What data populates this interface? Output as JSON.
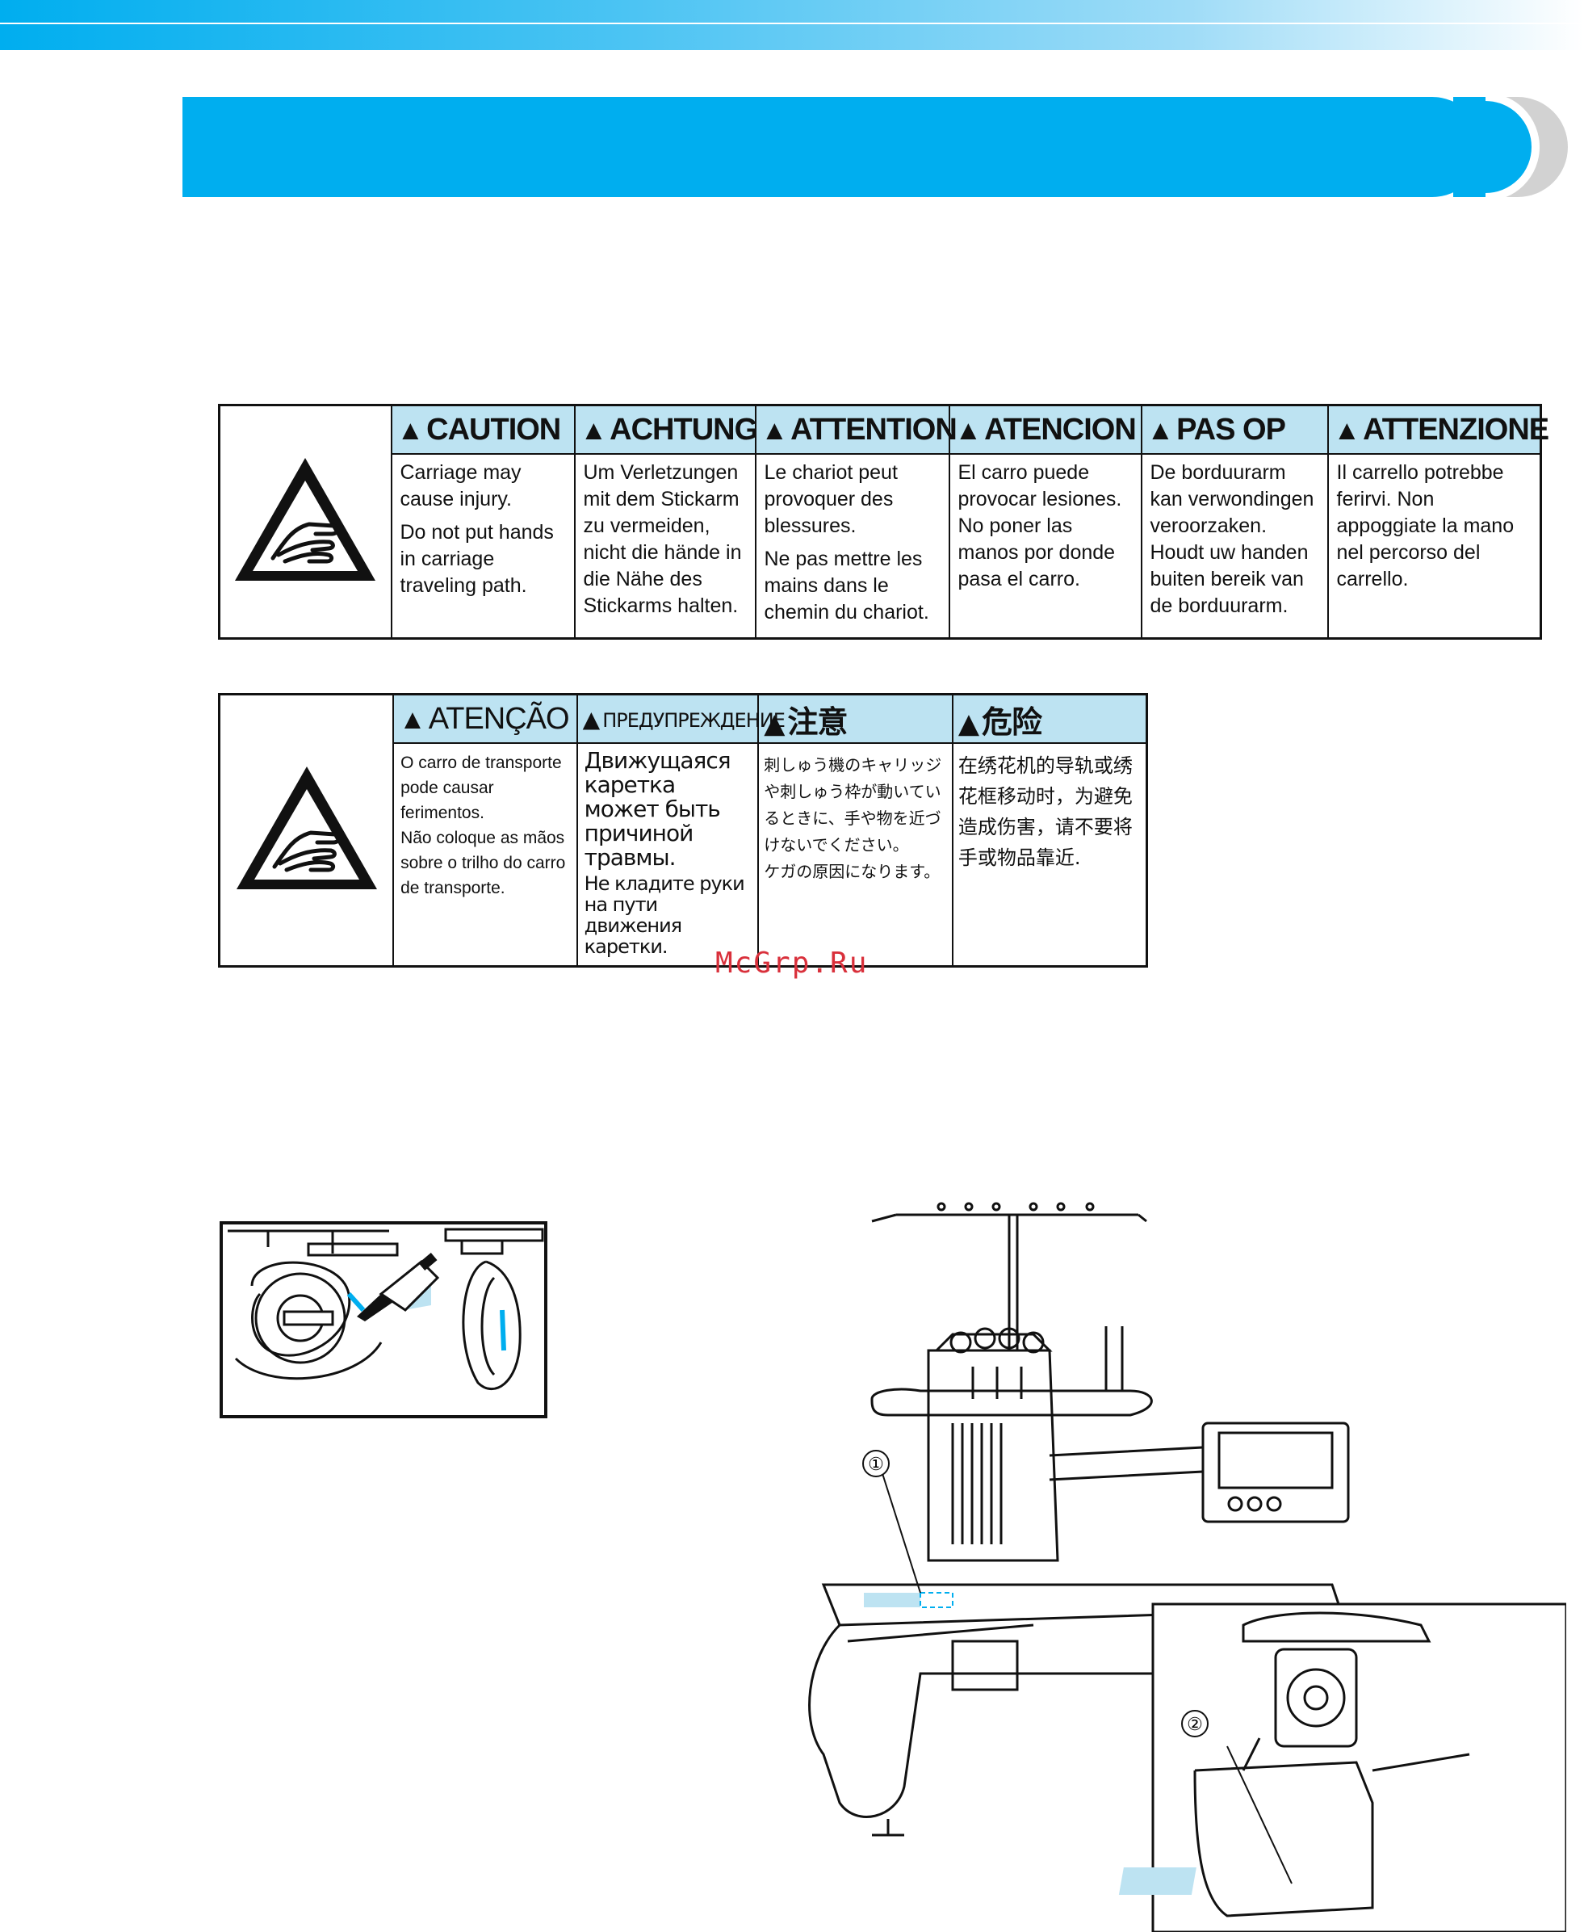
{
  "header": {
    "accent_color": "#00aeef",
    "title_bar_color": "#00aeef"
  },
  "caution_label_1": {
    "icon": "hand-in-carriage-warning-icon",
    "columns": [
      {
        "header": "CAUTION",
        "lines": [
          "Carriage may cause injury.",
          "Do not put hands in carriage traveling path."
        ]
      },
      {
        "header": "ACHTUNG",
        "lines": [
          "Um Verletzungen mit dem Stickarm zu vermeiden, nicht die hände in die Nähe des Stickarms halten."
        ]
      },
      {
        "header": "ATTENTION",
        "lines": [
          "Le chariot peut provoquer des blessures.",
          "Ne pas mettre les mains dans le chemin du chariot."
        ]
      },
      {
        "header": "ATENCION",
        "lines": [
          "El carro puede provocar lesiones. No poner las manos por donde pasa el carro."
        ]
      },
      {
        "header": "PAS OP",
        "lines": [
          "De borduurarm kan verwondingen veroorzaken. Houdt uw handen buiten bereik van de borduurarm."
        ]
      },
      {
        "header": "ATTENZIONE",
        "lines": [
          "Il carrello potrebbe ferirvi. Non appoggiate la mano nel percorso del carrello."
        ]
      }
    ]
  },
  "caution_label_2": {
    "icon": "hand-in-carriage-warning-icon",
    "columns": [
      {
        "header": "ATENÇÃO",
        "lines": [
          "O carro de transporte pode causar ferimentos.",
          "Não coloque as mãos sobre o trilho do carro de transporte."
        ]
      },
      {
        "header": "ПРЕДУПРЕЖДЕНИЕ",
        "lines": [
          "Движущаяся каретка может быть причиной травмы.",
          "Не кладите руки на пути движения каретки."
        ]
      },
      {
        "header": "注意",
        "lines": [
          "刺しゅう機のキャリッジや刺しゅう枠が動いているときに、手や物を近づけないでください。",
          "ケガの原因になります。"
        ]
      },
      {
        "header": "危险",
        "lines": [
          "在绣花机的导轨或绣花框移动时，为避免造成伤害，请不要将手或物品靠近."
        ]
      }
    ]
  },
  "watermark": "McGrp.Ru",
  "figures": {
    "oil_figure": {
      "icon": "oiler-icon"
    },
    "machine_figure": {
      "callout_1": "①",
      "callout_2": "②"
    }
  }
}
